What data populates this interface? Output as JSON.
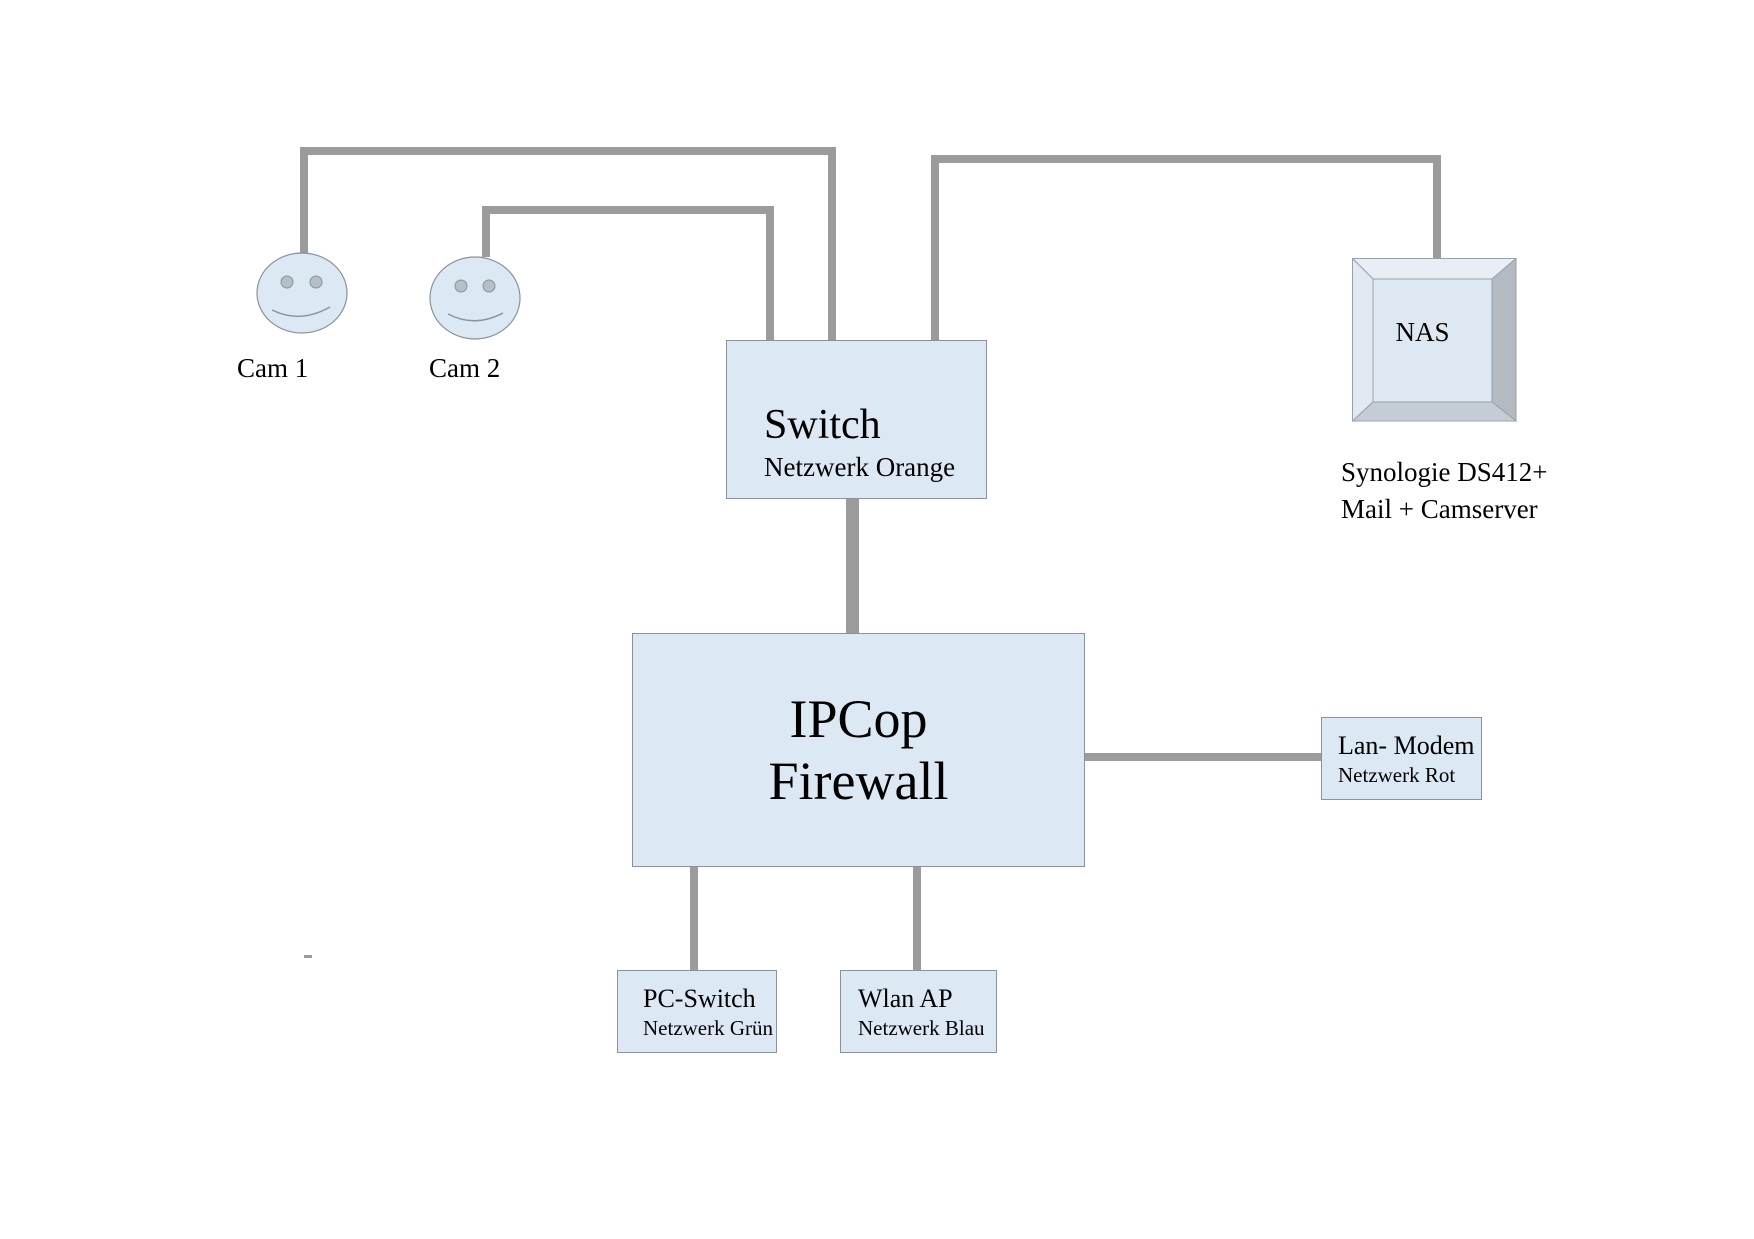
{
  "colors": {
    "node_fill": "#dce8f4",
    "node_border": "#8a939b",
    "connector": "#9b9b9b",
    "face_border": "#8a939b",
    "eye_fill": "#b6bfc8",
    "nas_face": "#dde8f2",
    "nas_bevel_top": "#e9eef6",
    "nas_bevel_left": "#e2e9f2",
    "nas_bevel_right": "#b3bac1",
    "nas_bevel_bottom": "#c4ccd5",
    "nas_border": "#9aa2a9",
    "text": "#000000"
  },
  "nodes": {
    "cam1": {
      "label": "Cam 1"
    },
    "cam2": {
      "label": "Cam 2"
    },
    "switch": {
      "title": "Switch",
      "subtitle": "Netzwerk Orange"
    },
    "firewall": {
      "title_line1": "IPCop",
      "title_line2": "Firewall"
    },
    "nas": {
      "label": "NAS",
      "caption_line1": "Synologie DS412+",
      "caption_line2": "Mail + Camserver"
    },
    "lan_modem": {
      "title": "Lan- Modem",
      "subtitle": "Netzwerk Rot"
    },
    "pc_switch": {
      "title": "PC-Switch",
      "subtitle": "Netzwerk Grün"
    },
    "wlan_ap": {
      "title": "Wlan AP",
      "subtitle": "Netzwerk Blau"
    }
  }
}
